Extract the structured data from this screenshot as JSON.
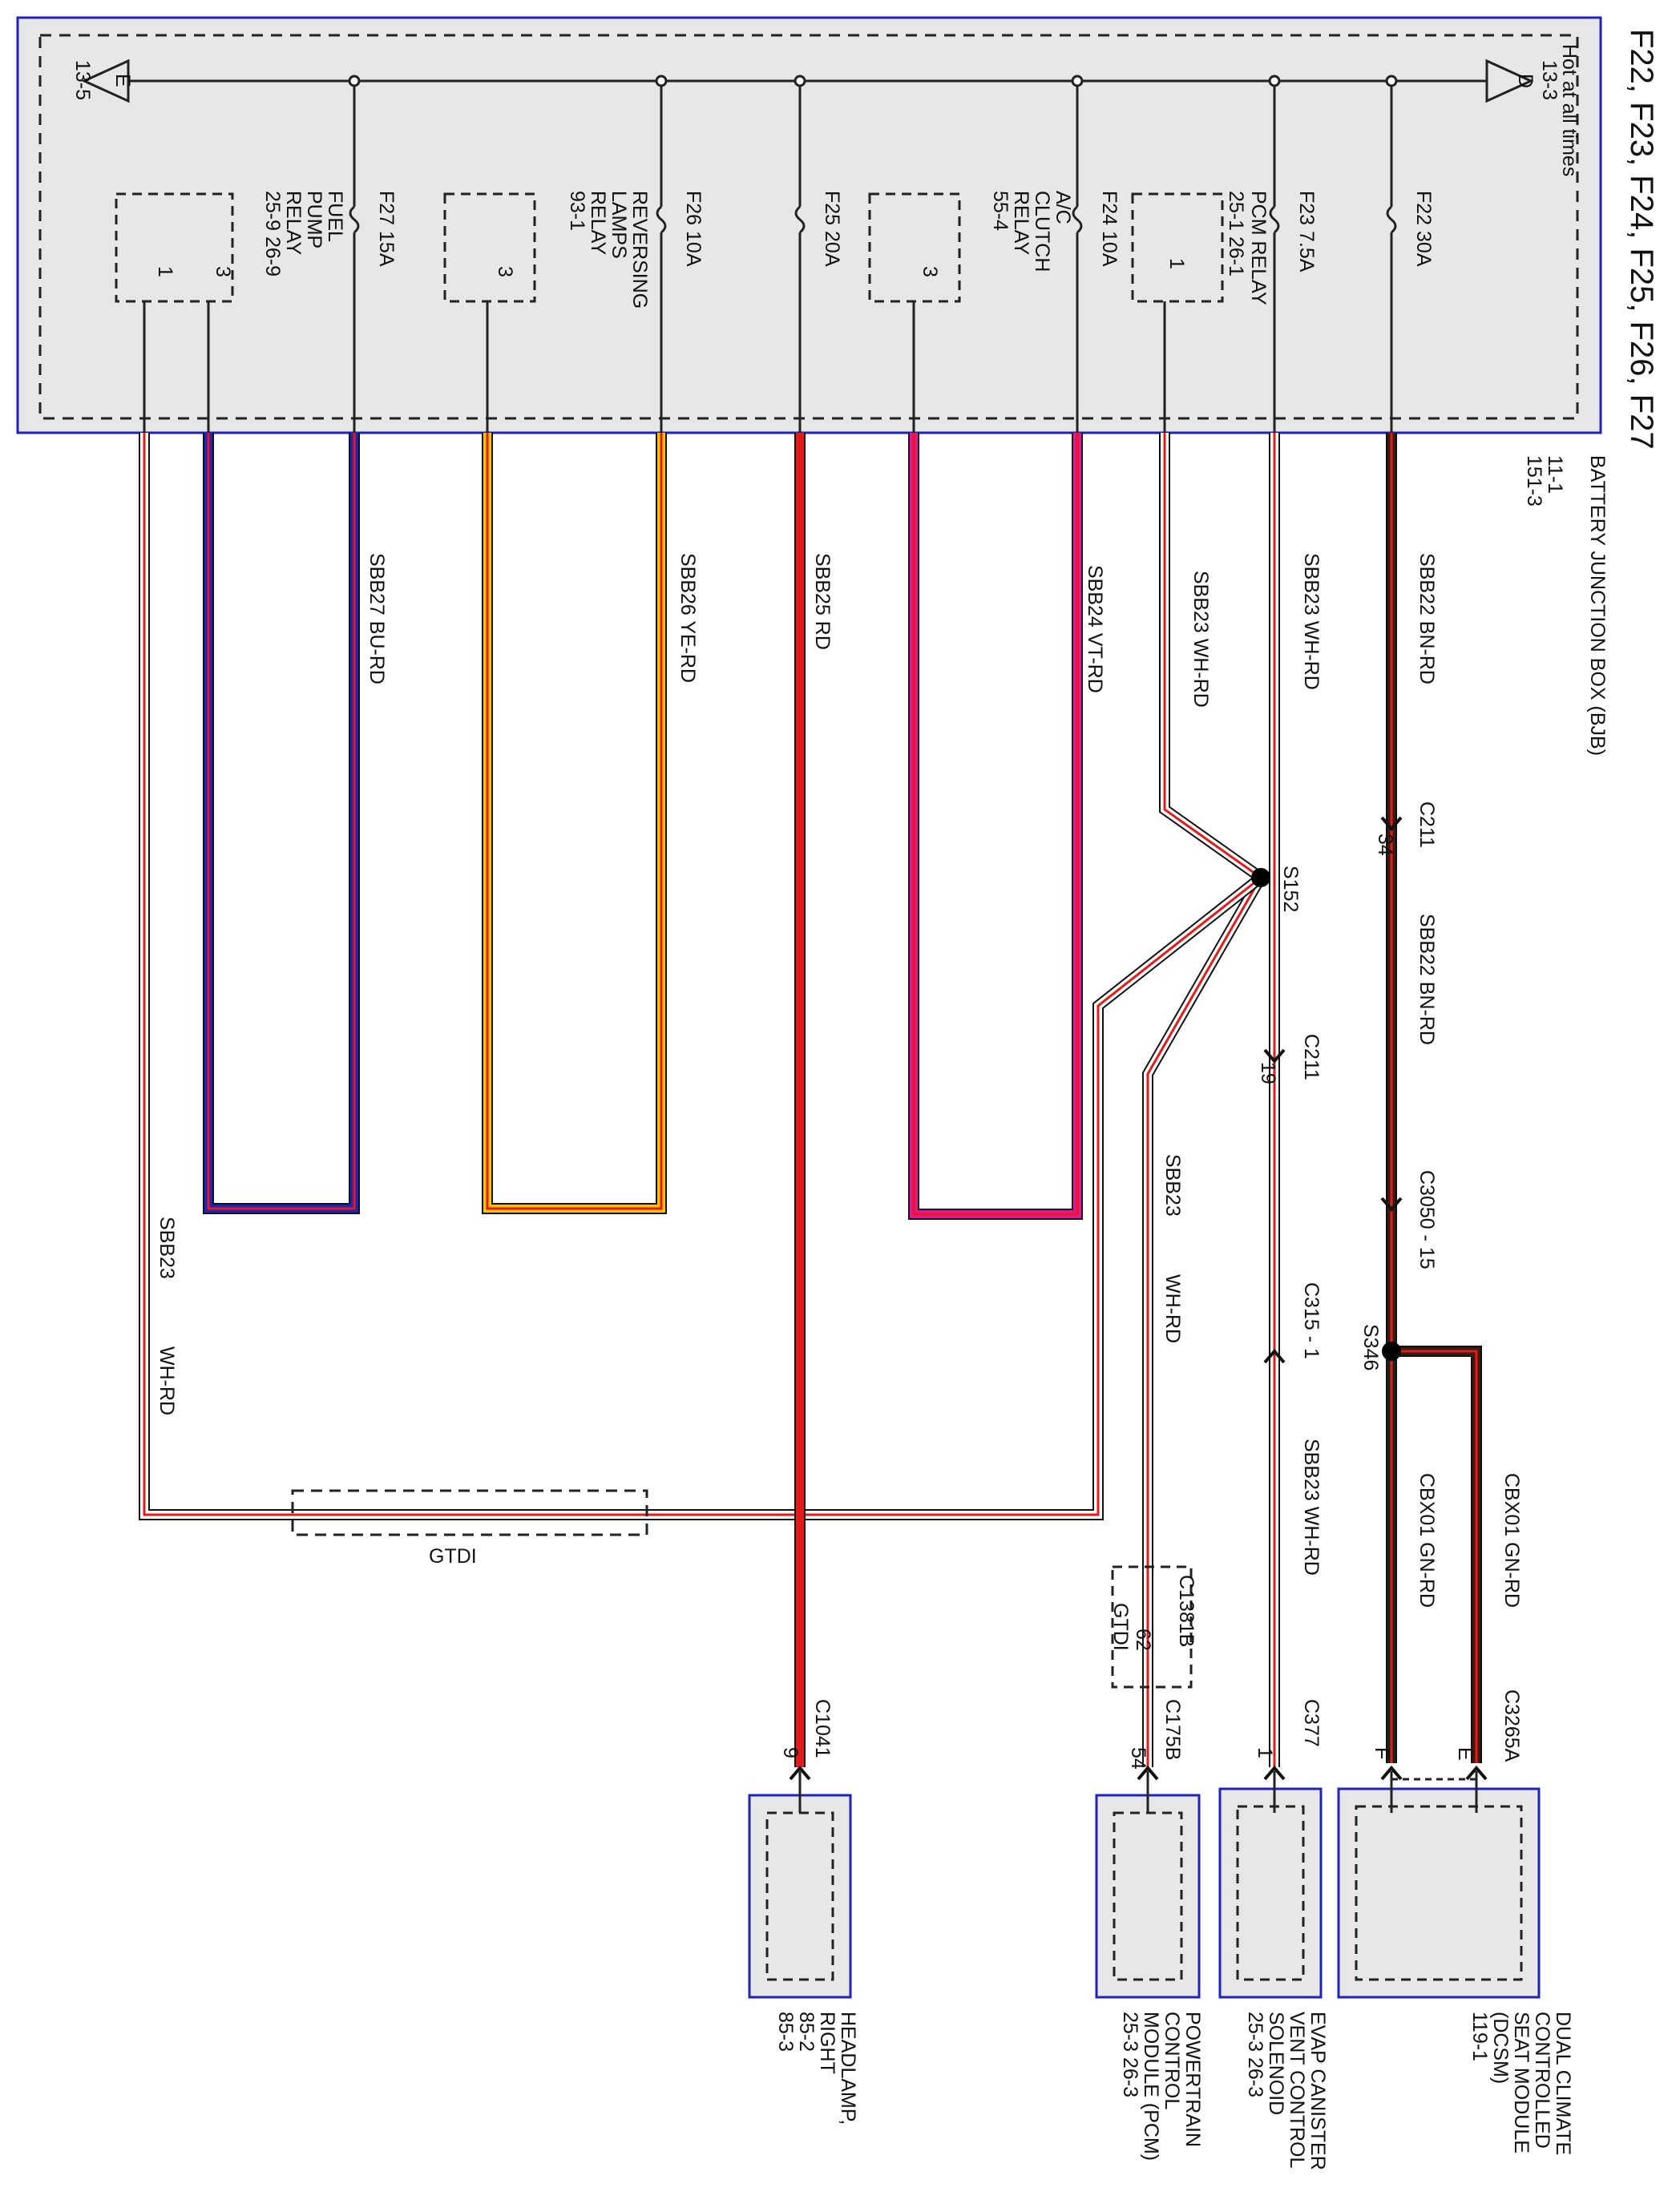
{
  "title": "F22, F23, F24, F25, F26, F27",
  "colors": {
    "box_fill": "#e7e7e7",
    "box_border": "#1f23b8",
    "wire_stripe": "#e31b1b",
    "wire_brown": "#3b1a12",
    "wire_violet": "#e7139a",
    "wire_yellow": "#f8c400",
    "wire_blue": "#1f23b8",
    "wire_white": "#ffffff",
    "wire_green_dark": "#1c2418"
  },
  "bjb": {
    "hot_label": "Hot at all times",
    "left_ref": "13-5",
    "right_ref": "13-3",
    "left_flag": "E",
    "right_flag": "D",
    "name": "BATTERY JUNCTION BOX (BJB)",
    "refs": "11-1\n151-3",
    "fuses": [
      {
        "id": "F22",
        "rating": "30A"
      },
      {
        "id": "F23",
        "rating": "7.5A"
      },
      {
        "id": "F24",
        "rating": "10A"
      },
      {
        "id": "F25",
        "rating": "20A"
      },
      {
        "id": "F26",
        "rating": "10A"
      },
      {
        "id": "F27",
        "rating": "15A"
      }
    ],
    "relays": {
      "pcm": {
        "name": "PCM RELAY",
        "ref": "25-1  26-1",
        "pin": "1"
      },
      "ac": {
        "name": "A/C\nCLUTCH\nRELAY",
        "ref": "55-4",
        "pin": "3"
      },
      "rev": {
        "name": "REVERSING\nLAMPS\nRELAY",
        "ref": "93-1",
        "pin": "3"
      },
      "fuel": {
        "name": "FUEL\nPUMP\nRELAY",
        "ref": "25-9  26-9",
        "pin_a": "3",
        "pin_b": "1"
      }
    }
  },
  "wires": {
    "sbb22": {
      "circuit": "SBB22",
      "color": "BN-RD"
    },
    "sbb23": {
      "circuit": "SBB23",
      "color": "WH-RD"
    },
    "sbb24": {
      "circuit": "SBB24",
      "color": "VT-RD"
    },
    "sbb25": {
      "circuit": "SBB25",
      "color": "RD"
    },
    "sbb26": {
      "circuit": "SBB26",
      "color": "YE-RD"
    },
    "sbb27": {
      "circuit": "SBB27",
      "color": "BU-RD"
    },
    "cbx01": {
      "circuit": "CBX01",
      "color": "GN-RD"
    }
  },
  "connectors": {
    "c211_a": {
      "name": "C211",
      "pin": "34"
    },
    "c211_b": {
      "name": "C211",
      "pin": "19"
    },
    "c3050": {
      "name": "C3050",
      "pin": "15"
    },
    "c315": {
      "name": "C315",
      "pin": "1"
    },
    "c377": {
      "name": "C377",
      "pin": "1"
    },
    "c175b": {
      "name": "C175B",
      "pin": "54"
    },
    "c1381b": {
      "name": "C1381B",
      "pin": "62"
    },
    "c1041": {
      "name": "C1041",
      "pin": "9"
    },
    "c3265a": {
      "name": "C3265A",
      "pin_e": "E",
      "pin_f": "F"
    },
    "c1381b_sub": "GTDI"
  },
  "splices": {
    "s152": "S152",
    "s346": "S346"
  },
  "gtdi_box": "GTDI",
  "components": {
    "dcsm": {
      "name": "DUAL CLIMATE\nCONTROLLED\nSEAT MODULE\n(DCSM)",
      "ref": "119-1"
    },
    "evap": {
      "name": "EVAP CANISTER\nVENT CONTROL\nSOLENOID",
      "ref": "25-3  26-3"
    },
    "pcm": {
      "name": "POWERTRAIN\nCONTROL\nMODULE (PCM)",
      "ref": "25-3  26-3"
    },
    "headlamp": {
      "name": "HEADLAMP,\nRIGHT",
      "ref": "85-2\n85-3"
    }
  }
}
